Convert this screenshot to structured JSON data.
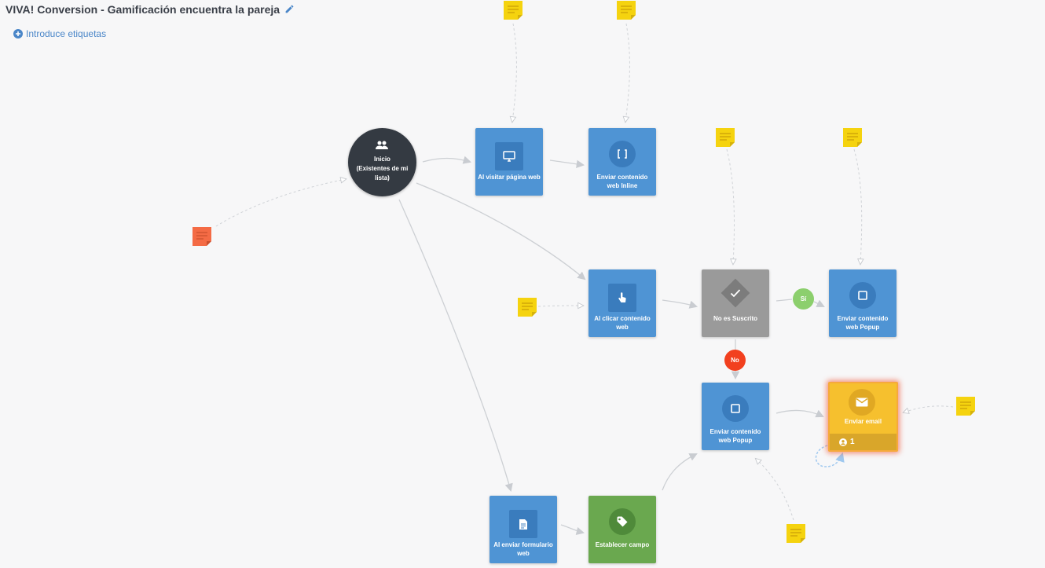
{
  "header": {
    "title": "VIVA! Conversion - Gamificación encuentra la pareja",
    "tags_link": "Introduce etiquetas"
  },
  "colors": {
    "action_blue": "#4f94d4",
    "action_green": "#6aa84f",
    "condition_gray": "#9a9a9a",
    "email_yellow": "#f6c02e",
    "start_dark": "#343a42",
    "note_yellow": "#f5d30f",
    "note_orange": "#f46b45",
    "yes_green": "#8ccf6d",
    "no_red": "#f2401f",
    "link_blue": "#4a86c8"
  },
  "flow": {
    "start": {
      "title": "Inicio",
      "subtitle": "(Existentes de mi lista)",
      "icon": "users-icon"
    },
    "visit_page": {
      "label": "Al visitar página web",
      "icon": "monitor-icon"
    },
    "inline_content": {
      "label": "Enviar contenido web Inline",
      "icon": "brackets-icon"
    },
    "click_content": {
      "label": "Al clicar contenido web",
      "icon": "pointer-icon"
    },
    "condition": {
      "label": "No es Suscrito",
      "icon": "check-icon"
    },
    "popup_top": {
      "label": "Enviar contenido web Popup",
      "icon": "square-icon"
    },
    "popup_bottom": {
      "label": "Enviar contenido web Popup",
      "icon": "square-icon"
    },
    "send_email": {
      "label": "Enviar email",
      "icon": "mail-icon",
      "count": "1"
    },
    "form_submit": {
      "label": "Al enviar formulario web",
      "icon": "form-icon"
    },
    "set_field": {
      "label": "Establecer campo",
      "icon": "tag-icon"
    },
    "yes_label": "Sí",
    "no_label": "No"
  }
}
